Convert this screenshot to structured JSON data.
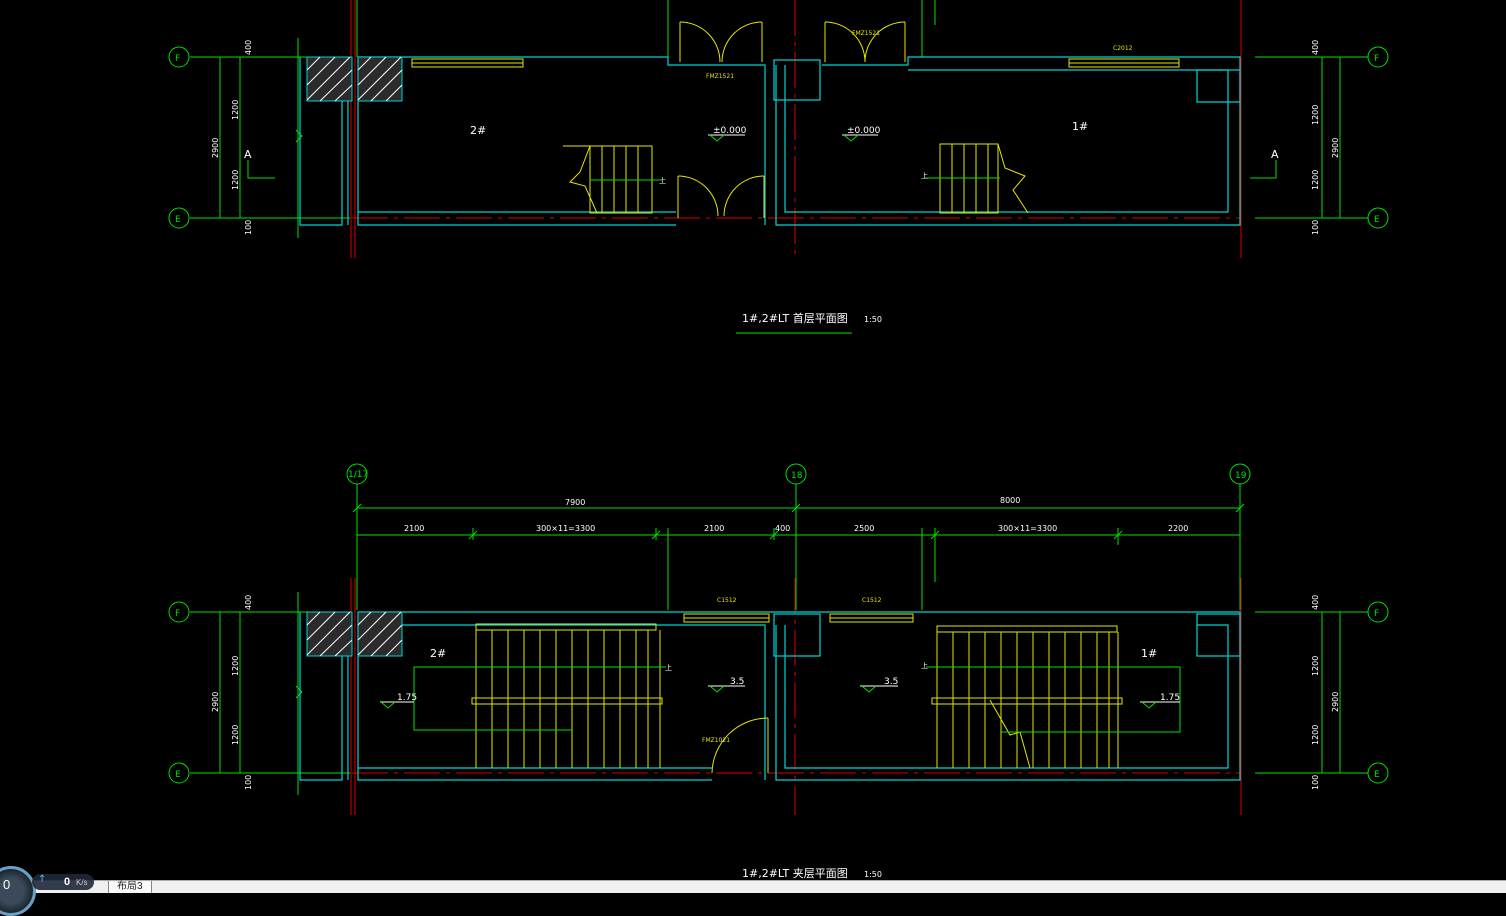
{
  "drawing": {
    "top_plan": {
      "title": "1#,2#LT 首层平面图",
      "scale": "1:50",
      "room_left": "2#",
      "room_right": "1#",
      "elev_left": "±0.000",
      "elev_right": "±0.000",
      "door_top_left": "FMZ1521",
      "door_top_right": "FMZ1521",
      "window_right": "C2012",
      "section_left": "A",
      "section_right": "A"
    },
    "bottom_plan": {
      "title": "1#,2#LT 夹层平面图",
      "scale": "1:50",
      "room_left": "2#",
      "room_right": "1#",
      "elev_landing_left": "1.75",
      "elev_landing_right": "1.75",
      "elev_mid_left": "3.5",
      "elev_mid_right": "3.5",
      "window_left": "C1512",
      "window_right": "C1512",
      "door": "FMZ1021",
      "axis_1": "1/17",
      "axis_2": "18",
      "axis_3": "19",
      "span_total_left": "7900",
      "span_total_right": "8000",
      "dim_a": "2100",
      "dim_b": "300×11=3300",
      "dim_c": "2100",
      "dim_d": "400",
      "dim_e": "2500",
      "dim_f": "300×11=3300",
      "dim_g": "2200"
    },
    "grid_labels": {
      "f": "F",
      "e": "E"
    },
    "vert_dims": {
      "d400": "400",
      "d1200": "1200",
      "d2900": "2900",
      "d100": "100"
    },
    "stair_marker": "上"
  },
  "statusbar": {
    "tab_label": "布局3",
    "net_gauge": "0",
    "net_speed_value": "0",
    "net_speed_unit": "K/s"
  },
  "colors": {
    "background": "#000000",
    "grid": "#00e000",
    "wall": "#00d4d4",
    "fixture": "#e6e600",
    "axis": "#e00000"
  }
}
